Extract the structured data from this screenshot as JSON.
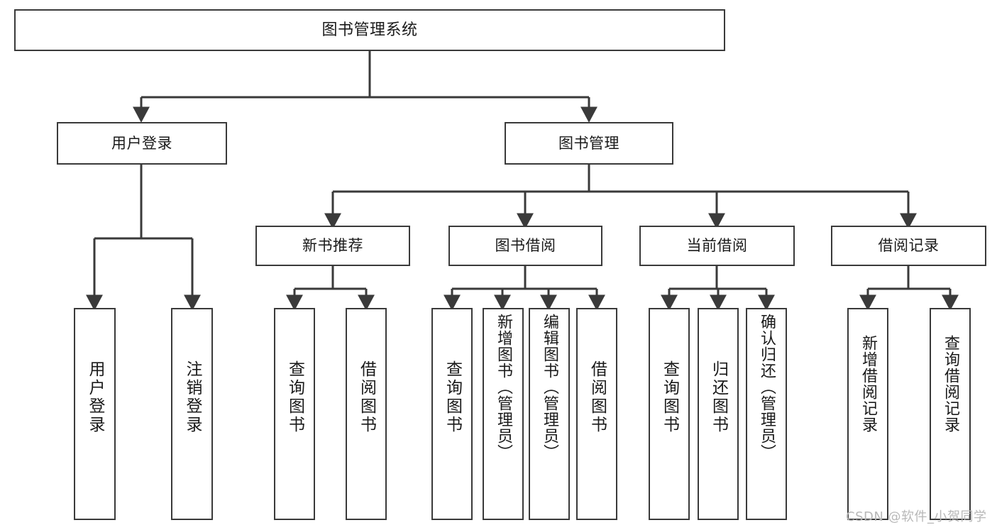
{
  "diagram": {
    "title": "图书管理系统",
    "type": "tree-hierarchy-chart",
    "stroke_color": "#3a3a3a",
    "fill_color": "#ffffff",
    "text_color": "#1a1a1a"
  },
  "root": {
    "label": "图书管理系统"
  },
  "level1": [
    {
      "label": "用户登录"
    },
    {
      "label": "图书管理"
    }
  ],
  "level2": [
    {
      "label": "新书推荐"
    },
    {
      "label": "图书借阅"
    },
    {
      "label": "当前借阅"
    },
    {
      "label": "借阅记录"
    }
  ],
  "leaves": {
    "user_login": [
      {
        "label": "用户登录"
      },
      {
        "label": "注销登录"
      }
    ],
    "new_book_recommend": [
      {
        "label": "查询图书"
      },
      {
        "label": "借阅图书"
      }
    ],
    "book_borrow": [
      {
        "label": "查询图书"
      },
      {
        "label": "新增图书（管理员）"
      },
      {
        "label": "编辑图书（管理员）"
      },
      {
        "label": "借阅图书"
      }
    ],
    "current_borrow": [
      {
        "label": "查询图书"
      },
      {
        "label": "归还图书"
      },
      {
        "label": "确认归还（管理员）"
      }
    ],
    "borrow_record": [
      {
        "label": "新增借阅记录"
      },
      {
        "label": "查询借阅记录"
      }
    ]
  },
  "watermark": {
    "text": "CSDN @软件_小贺同学"
  }
}
